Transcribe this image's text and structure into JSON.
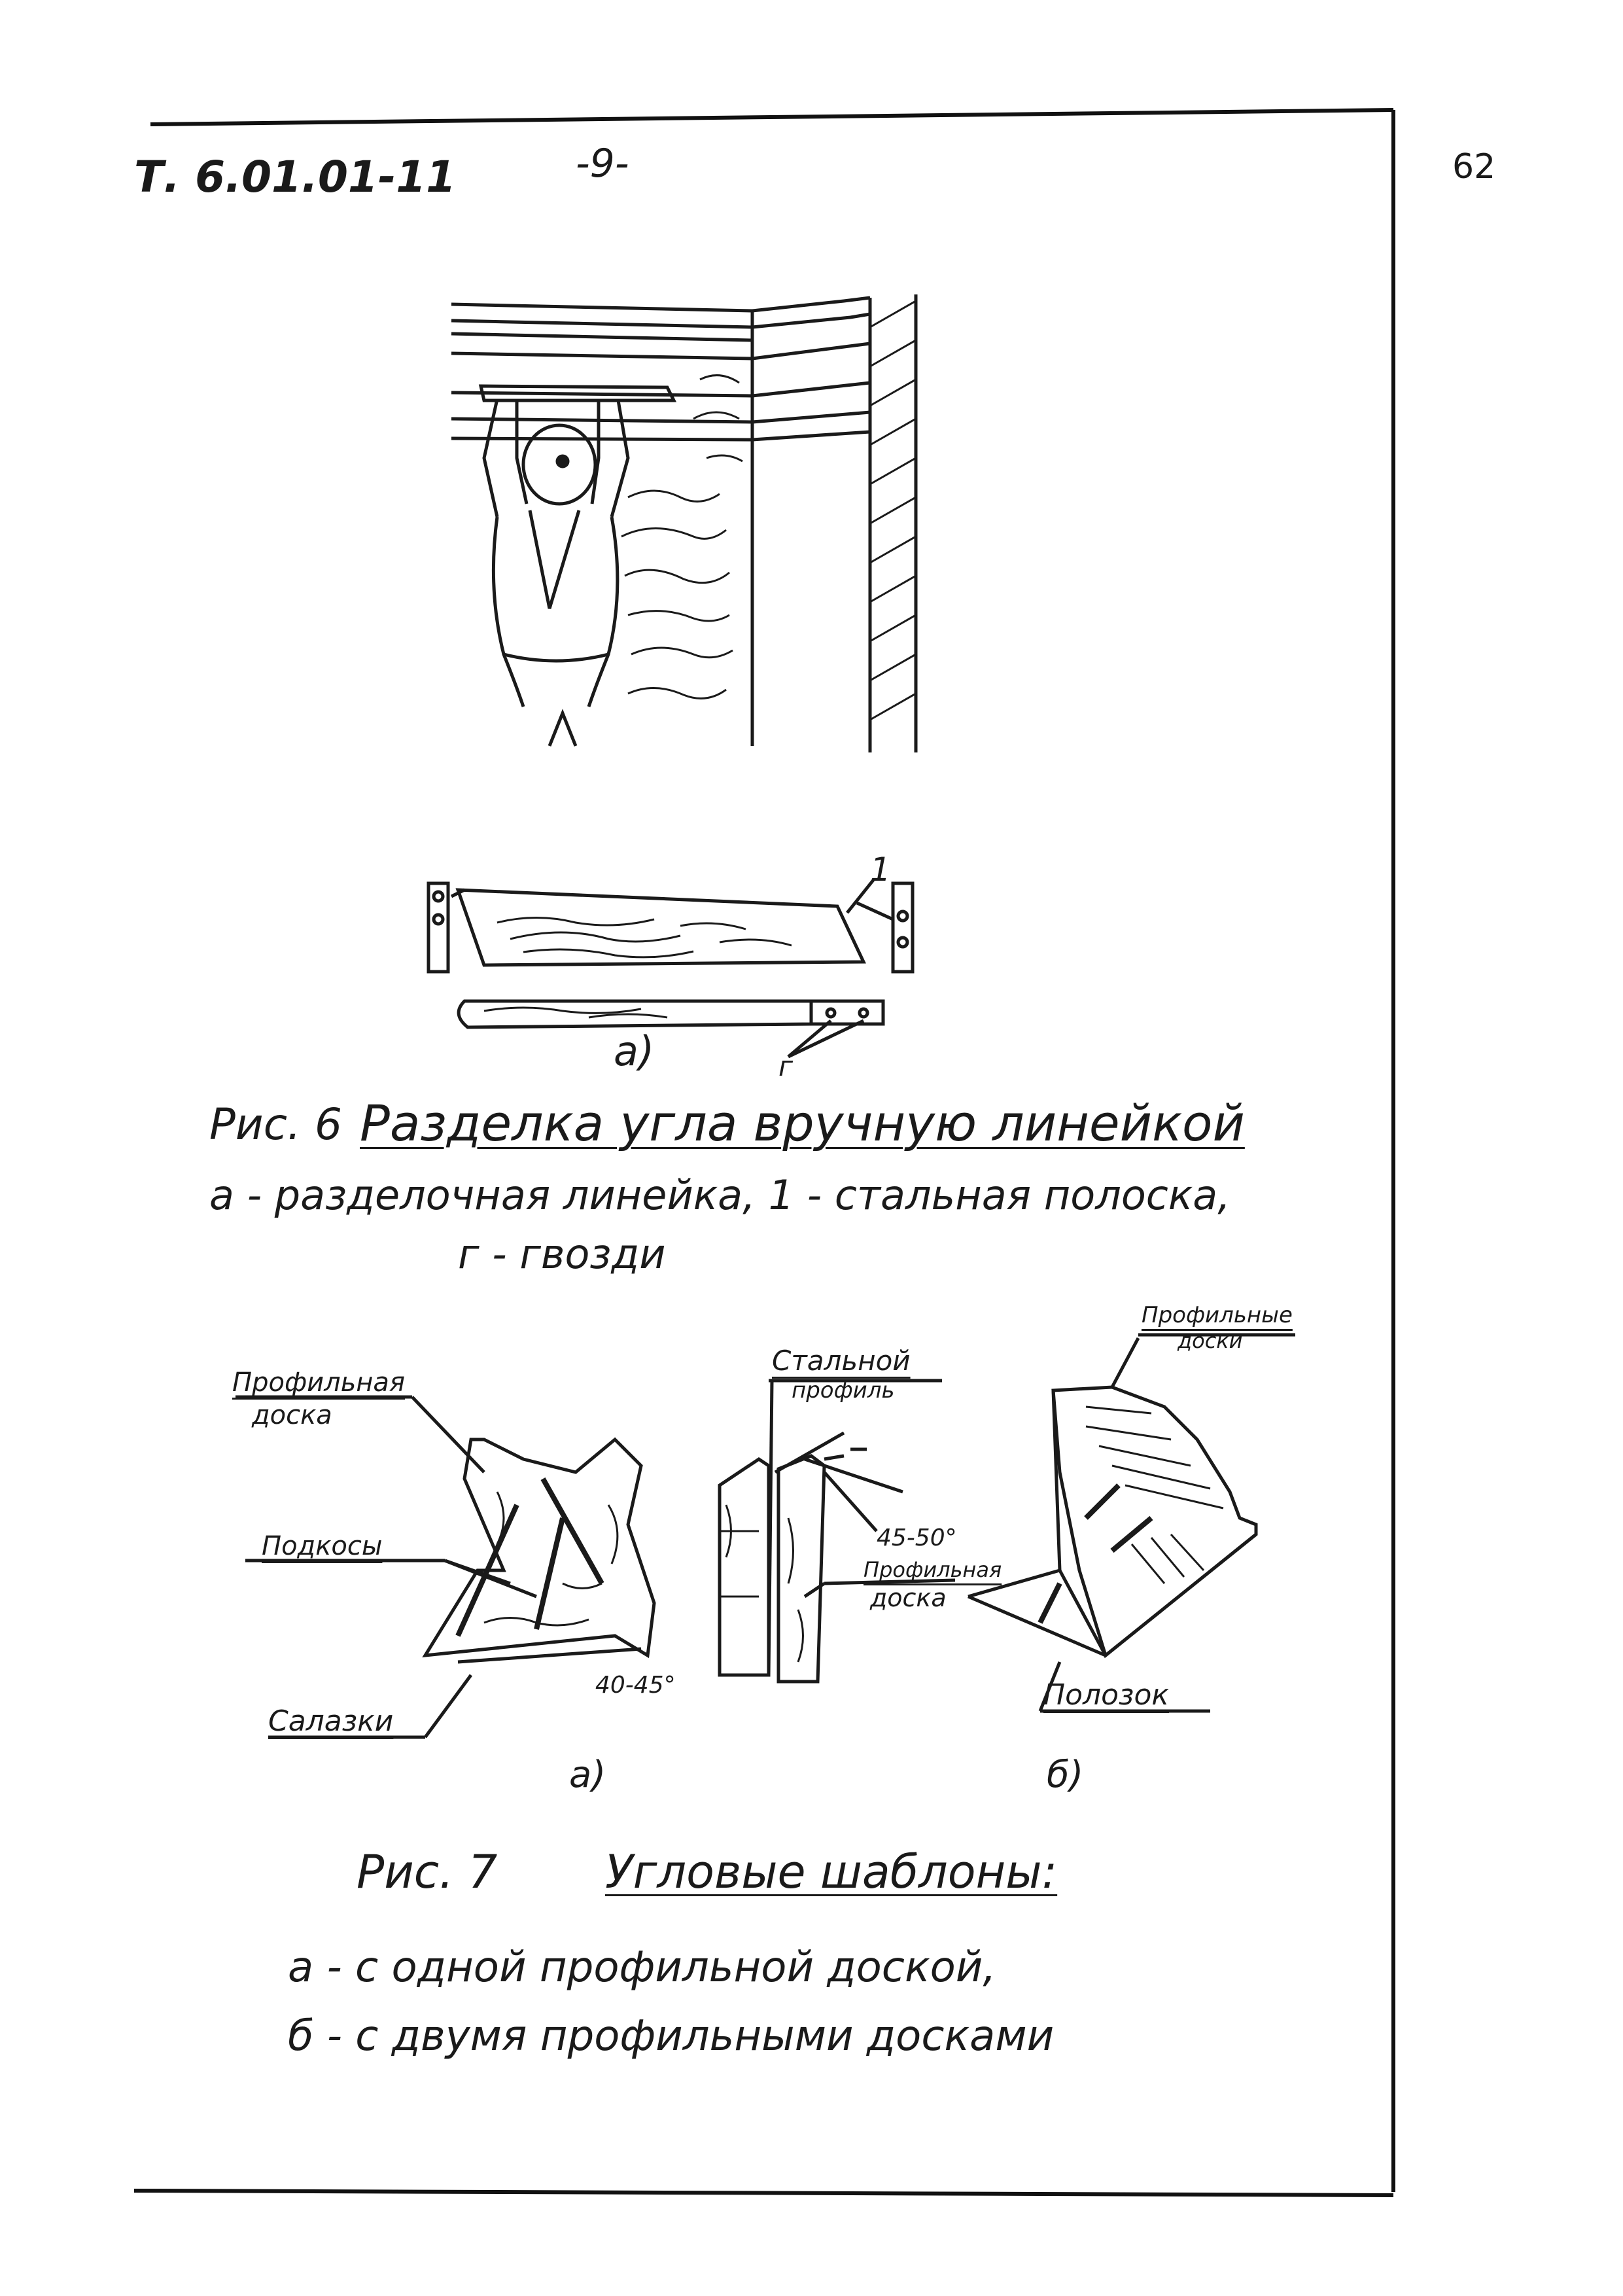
{
  "header": {
    "doc_code": "Т. 6.01.01-11",
    "page_mark": "-9-",
    "page_number": "62"
  },
  "figure6": {
    "sub_label": "а)",
    "callout_1": "1",
    "callout_2": "г",
    "caption_prefix": "Рис. 6",
    "caption_title": "Разделка угла вручную линейкой",
    "legend_line1": "а - разделочная линейка, 1 - стальная полоска,",
    "legend_line2": "г - гвозди"
  },
  "figure7": {
    "label_profile_board": "Профильная",
    "label_profile_board_2": "доска",
    "label_braces": "Подкосы",
    "label_sled": "Салазки",
    "label_angle_a": "40-45°",
    "label_steel_profile": "Стальной",
    "label_steel_profile_2": "профиль",
    "label_angle_mid": "45-50°",
    "label_profile_board_mid": "Профильная",
    "label_profile_board_mid_2": "доска",
    "label_profile_boards": "Профильные",
    "label_profile_boards_2": "доски",
    "label_runner": "Полозок",
    "sub_label_a": "а)",
    "sub_label_b": "б)",
    "caption_prefix": "Рис. 7",
    "caption_title": "Угловые шаблоны:",
    "legend_line1": "а - с одной профильной доской,",
    "legend_line2": "б - с двумя профильными досками"
  }
}
